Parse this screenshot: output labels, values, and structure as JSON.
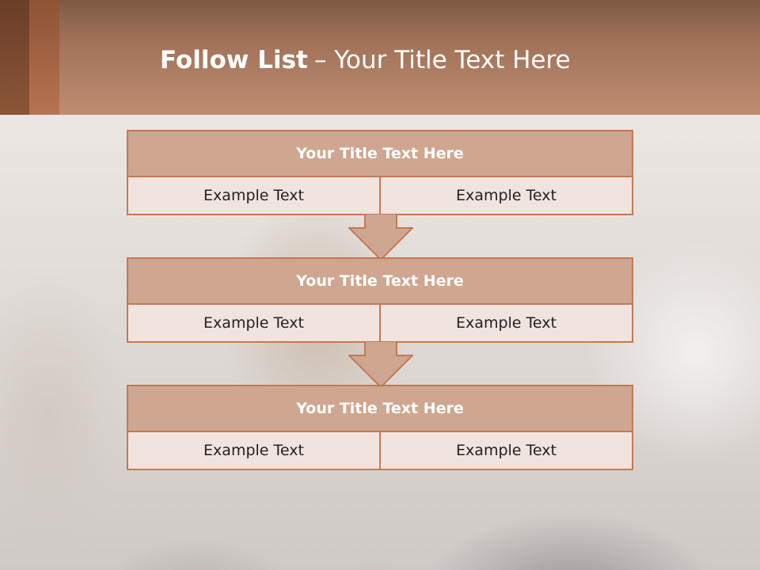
{
  "slide": {
    "title_bold": "Follow List",
    "title_rest": "– Your Title Text Here"
  },
  "steps": [
    {
      "title": "Your Title Text Here",
      "left": "Example Text",
      "right": "Example Text"
    },
    {
      "title": "Your Title Text Here",
      "left": "Example Text",
      "right": "Example Text"
    },
    {
      "title": "Your Title Text Here",
      "left": "Example Text",
      "right": "Example Text"
    }
  ],
  "colors": {
    "header": "#b98668",
    "box_border": "#c27a55",
    "box_header": "#cfa690",
    "box_cell": "#f1e3de",
    "arrow_fill": "#cfa690"
  },
  "icons": {
    "connector": "down-arrow-icon"
  }
}
